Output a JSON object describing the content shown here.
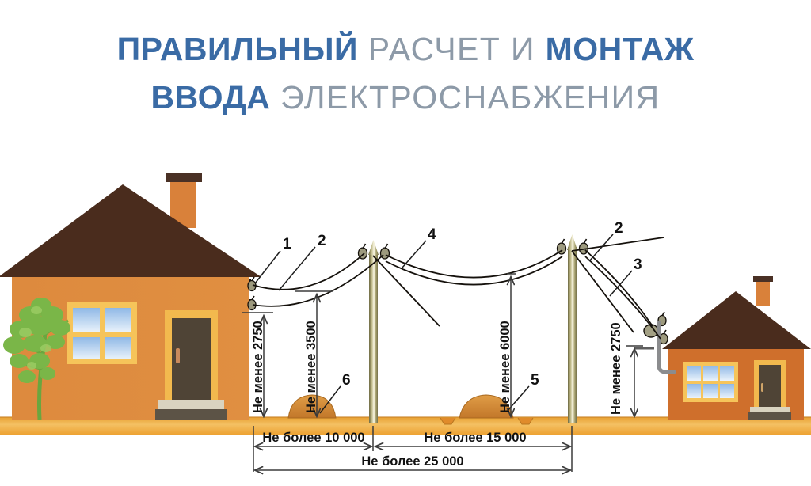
{
  "title": {
    "line1_bold_a": "ПРАВИЛЬНЫЙ",
    "line1_thin": " РАСЧЕТ И ",
    "line1_bold_b": "МОНТАЖ",
    "line2_bold": "ВВОДА",
    "line2_thin": " ЭЛЕКТРОСНАБЖЕНИЯ"
  },
  "colors": {
    "title_bold": "#3a6ba5",
    "title_thin": "#8d9aa8",
    "house_wall": "#e08a3c",
    "house_wall_right": "#cf6f2c",
    "roof": "#4a2c1d",
    "ground": "#f0a93c",
    "ground_dark": "#d98b22",
    "pole": "#9a9566",
    "mound": "#cf8a33",
    "window_frame": "#f6c45a",
    "window_glass": "#9dc0e8",
    "door": "#4f4436",
    "tree": "#7ab648",
    "dimension_line": "#3b3b3b",
    "wire": "#15110c"
  },
  "dimensions": {
    "vertical": [
      {
        "id": "v-2750-left",
        "label": "Не менее 2750"
      },
      {
        "id": "v-3500",
        "label": "Не менее 3500"
      },
      {
        "id": "v-6000",
        "label": "Не менее 6000"
      },
      {
        "id": "v-2750-right",
        "label": "Не менее 2750"
      }
    ],
    "horizontal": [
      {
        "id": "h-10000",
        "label": "Не более  10 000"
      },
      {
        "id": "h-15000",
        "label": "Не более 15 000"
      },
      {
        "id": "h-25000",
        "label": "Не более 25 000"
      }
    ]
  },
  "callouts": [
    {
      "id": "callout-1",
      "label": "1"
    },
    {
      "id": "callout-2-left",
      "label": "2"
    },
    {
      "id": "callout-4",
      "label": "4"
    },
    {
      "id": "callout-2-right",
      "label": "2"
    },
    {
      "id": "callout-3",
      "label": "3"
    },
    {
      "id": "callout-5",
      "label": "5"
    },
    {
      "id": "callout-6",
      "label": "6"
    }
  ],
  "scene": {
    "left_house": "house-left",
    "right_house": "house-right",
    "pole_left": "utility-pole-left",
    "pole_right": "utility-pole-right",
    "tree": "tree",
    "ground": "ground-strip"
  }
}
